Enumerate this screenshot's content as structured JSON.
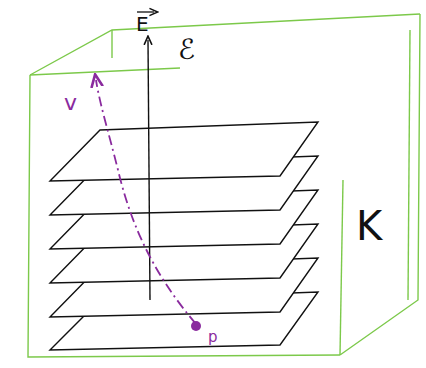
{
  "diagram": {
    "labels": [
      "E",
      "ℰ",
      "K",
      "v",
      "p"
    ]
  }
}
